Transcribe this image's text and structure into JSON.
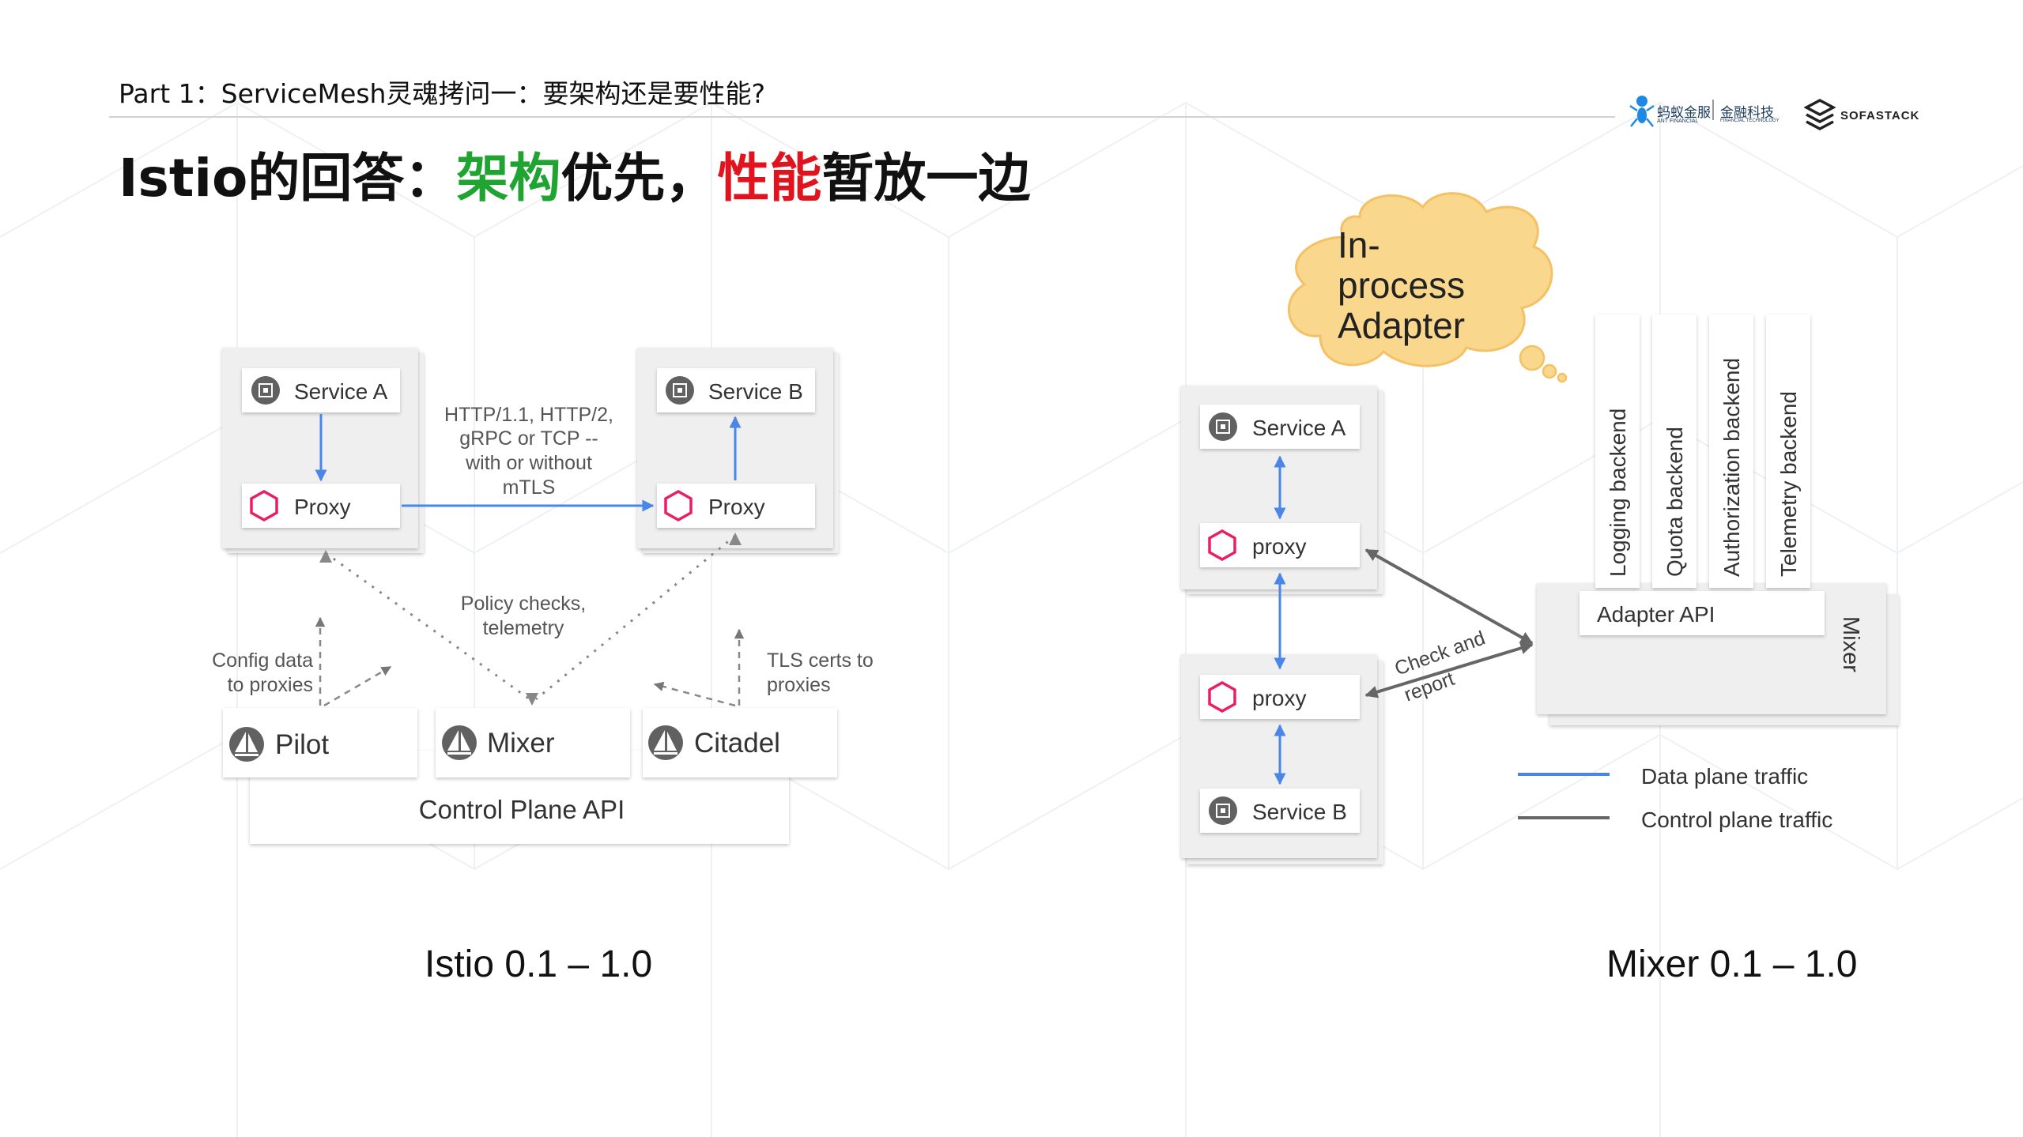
{
  "header": {
    "subtitle": "Part 1：ServiceMesh灵魂拷问一：要架构还是要性能?",
    "title_prefix": "Istio的回答：",
    "title_green": "架构",
    "title_mid": "优先，",
    "title_red": "性能",
    "title_suffix": "暂放一边"
  },
  "logos": {
    "ant_name": "蚂蚁金服",
    "ant_en": "ANT FINANCIAL",
    "fintech": "金融科技",
    "fintech_en": "FINANCIAL TECHNOLOGY",
    "sofastack": "SOFASTACK"
  },
  "left_diagram": {
    "service_a": "Service A",
    "service_b": "Service B",
    "proxy_a": "Proxy",
    "proxy_b": "Proxy",
    "protocol_line1": "HTTP/1.1, HTTP/2,",
    "protocol_line2": "gRPC or TCP --",
    "protocol_line3": "with or without",
    "protocol_line4": "mTLS",
    "policy_line1": "Policy checks,",
    "policy_line2": "telemetry",
    "config_line1": "Config data",
    "config_line2": "to proxies",
    "tls_line1": "TLS certs to",
    "tls_line2": "proxies",
    "pilot": "Pilot",
    "mixer": "Mixer",
    "citadel": "Citadel",
    "control_plane_api": "Control Plane API"
  },
  "right_diagram": {
    "cloud_line1": "In-",
    "cloud_line2": "process",
    "cloud_line3": "Adapter",
    "service_a": "Service A",
    "proxy_top": "proxy",
    "proxy_bottom": "proxy",
    "service_b": "Service B",
    "check_line1": "Check and",
    "check_line2": "report",
    "backends": [
      "Logging backend",
      "Quota backend",
      "Authorization backend",
      "Telemetry backend"
    ],
    "adapter_api": "Adapter API",
    "mixer": "Mixer",
    "legend_data": "Data plane traffic",
    "legend_control": "Control plane traffic"
  },
  "colors": {
    "data_plane": "#4a86e8",
    "control_plane": "#666666",
    "proxy_icon": "#e91e63",
    "cloud_fill": "#f9d78c",
    "title_green": "#1fa431",
    "title_red": "#e0141e"
  },
  "captions": {
    "left": "Istio 0.1 – 1.0",
    "right": "Mixer 0.1 – 1.0"
  }
}
